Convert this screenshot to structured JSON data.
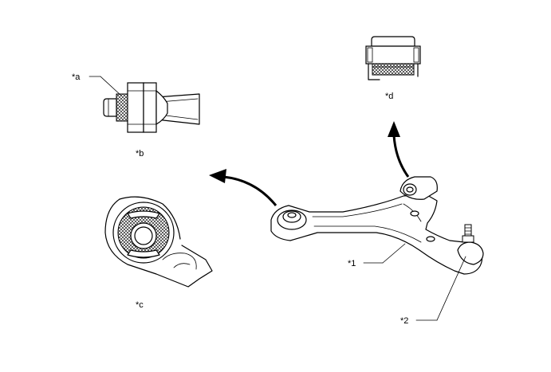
{
  "callouts": {
    "a": "*a",
    "b": "*b",
    "c": "*c",
    "d": "*d",
    "part1": "*1",
    "part2": "*2"
  },
  "colors": {
    "ink": "#000000",
    "background": "#ffffff"
  },
  "icons": {
    "arrow_left": "curved-arrow-icon",
    "arrow_up": "curved-arrow-icon"
  }
}
